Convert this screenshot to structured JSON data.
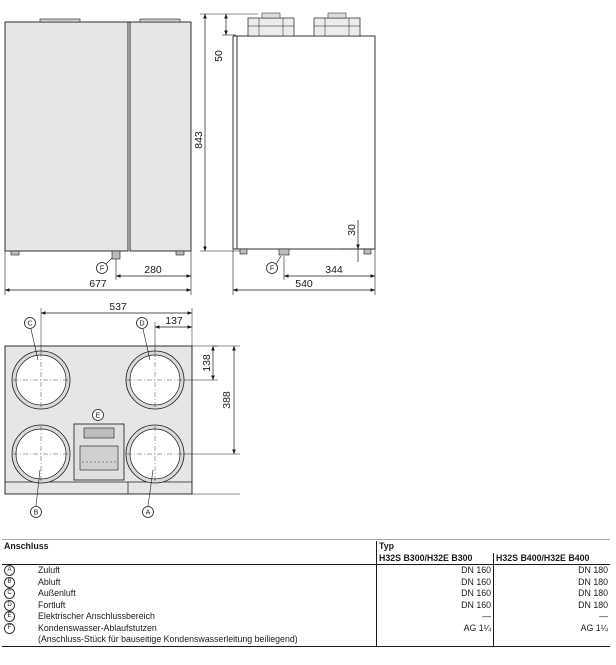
{
  "dimensions": {
    "front_width": "677",
    "front_connector_offset": "280",
    "connector_marker": "F",
    "height_total": "843",
    "top_spigot_height": "50",
    "bottom_offset": "30",
    "side_connector_offset": "344",
    "side_depth": "540",
    "top_width": "537",
    "top_circle_offset": "137",
    "top_circle_depth": "138",
    "top_depth": "388"
  },
  "markers": {
    "zuluft": "A",
    "abluft": "B",
    "aussenluft": "C",
    "fortluft": "D",
    "elektro": "E",
    "kondensat": "F"
  },
  "table": {
    "header_anschluss": "Anschluss",
    "header_typ": "Typ",
    "col1_model": "H32S B300/H32E B300",
    "col2_model": "H32S B400/H32E B400",
    "rows": [
      {
        "symbol": "A",
        "label": "Zuluft",
        "v1": "DN 160",
        "v2": "DN 180"
      },
      {
        "symbol": "B",
        "label": "Abluft",
        "v1": "DN 160",
        "v2": "DN 180"
      },
      {
        "symbol": "C",
        "label": "Außenluft",
        "v1": "DN 160",
        "v2": "DN 180"
      },
      {
        "symbol": "D",
        "label": "Fortluft",
        "v1": "DN 160",
        "v2": "DN 180"
      },
      {
        "symbol": "E",
        "label": "Elektrischer Anschlussbereich",
        "v1": "—",
        "v2": "—"
      },
      {
        "symbol": "F",
        "label": "Kondenswasser-Ablaufstutzen",
        "v1": "AG 1¼",
        "v2": "AG 1¼"
      }
    ],
    "note": "(Anschluss-Stück für bauseitige Kondenswasserleitung beiliegend)"
  },
  "colors": {
    "cabinet_fill": "#e6e6e6",
    "line": "#1a1a1a"
  }
}
